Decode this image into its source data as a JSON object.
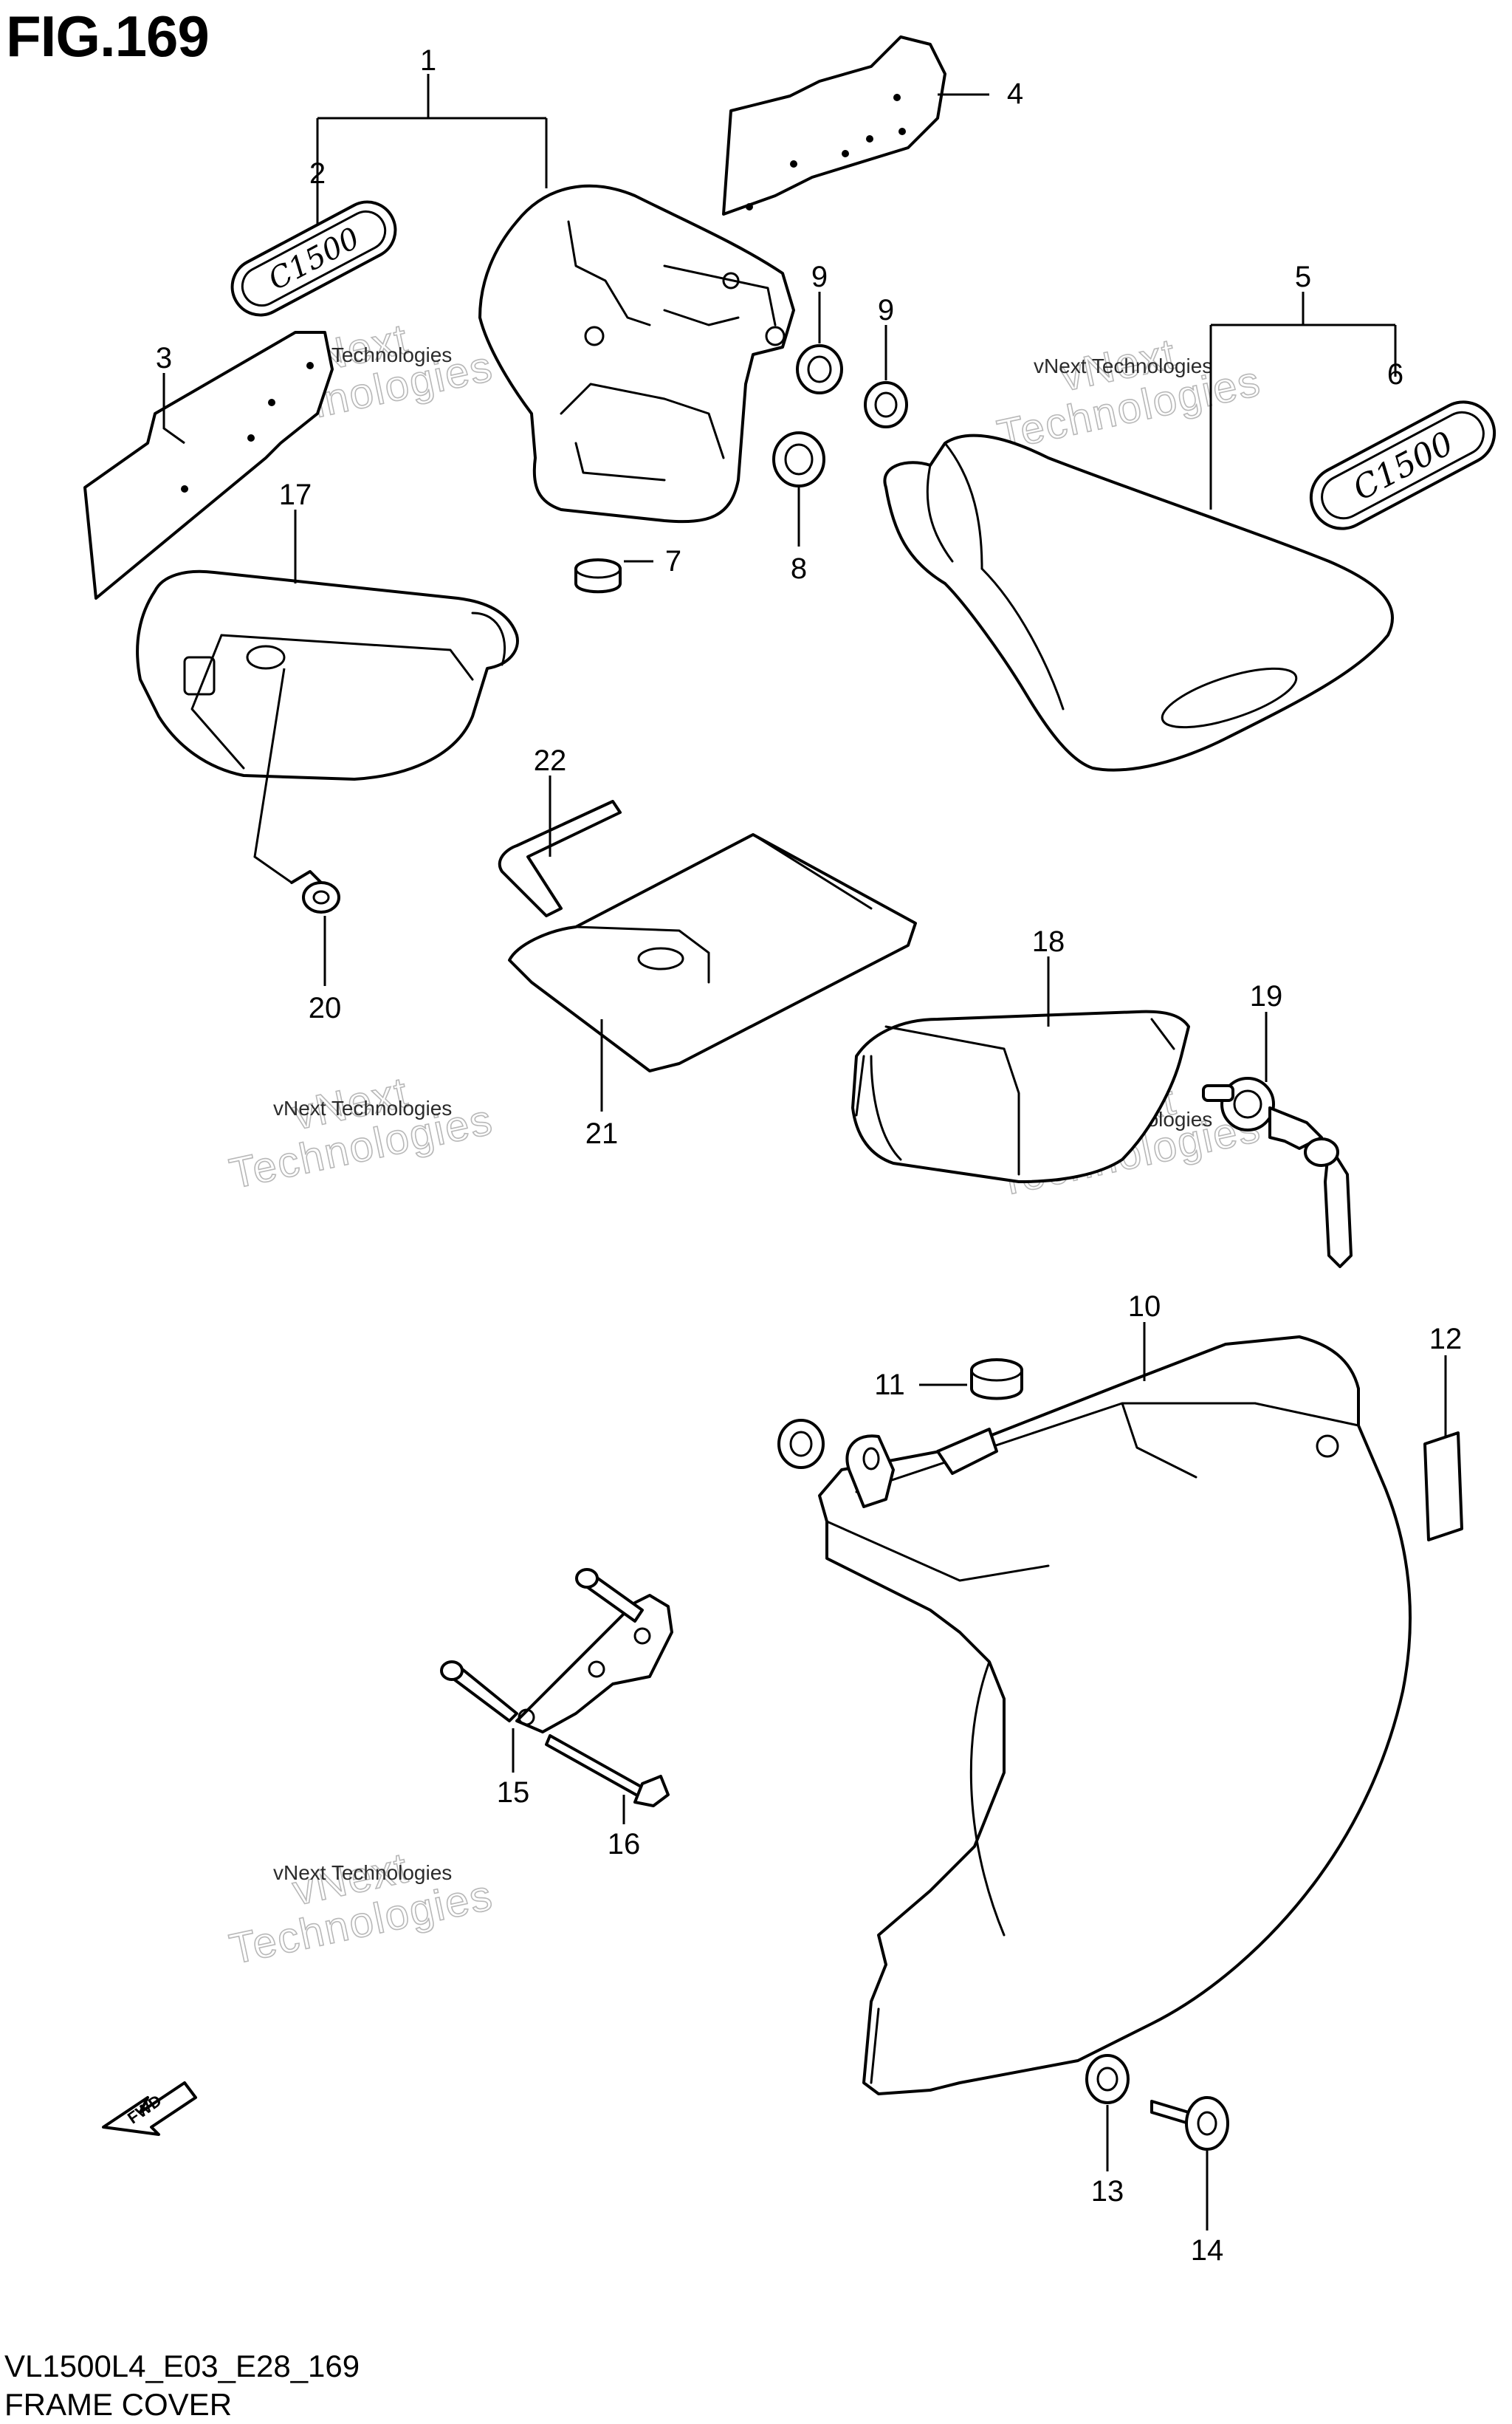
{
  "figure": {
    "title": "FIG.169"
  },
  "footer": {
    "code": "VL1500L4_E03_E28_169",
    "title": "FRAME COVER"
  },
  "callouts": [
    "1",
    "2",
    "3",
    "4",
    "5",
    "6",
    "7",
    "8",
    "9",
    "9",
    "10",
    "11",
    "12",
    "13",
    "14",
    "15",
    "16",
    "17",
    "18",
    "19",
    "20",
    "21",
    "22"
  ],
  "emblem_text": "C1500",
  "watermark": {
    "line1": "vNext",
    "line2": "Technologies",
    "small": "vNext Technologies"
  },
  "fwd_label": "FWD"
}
